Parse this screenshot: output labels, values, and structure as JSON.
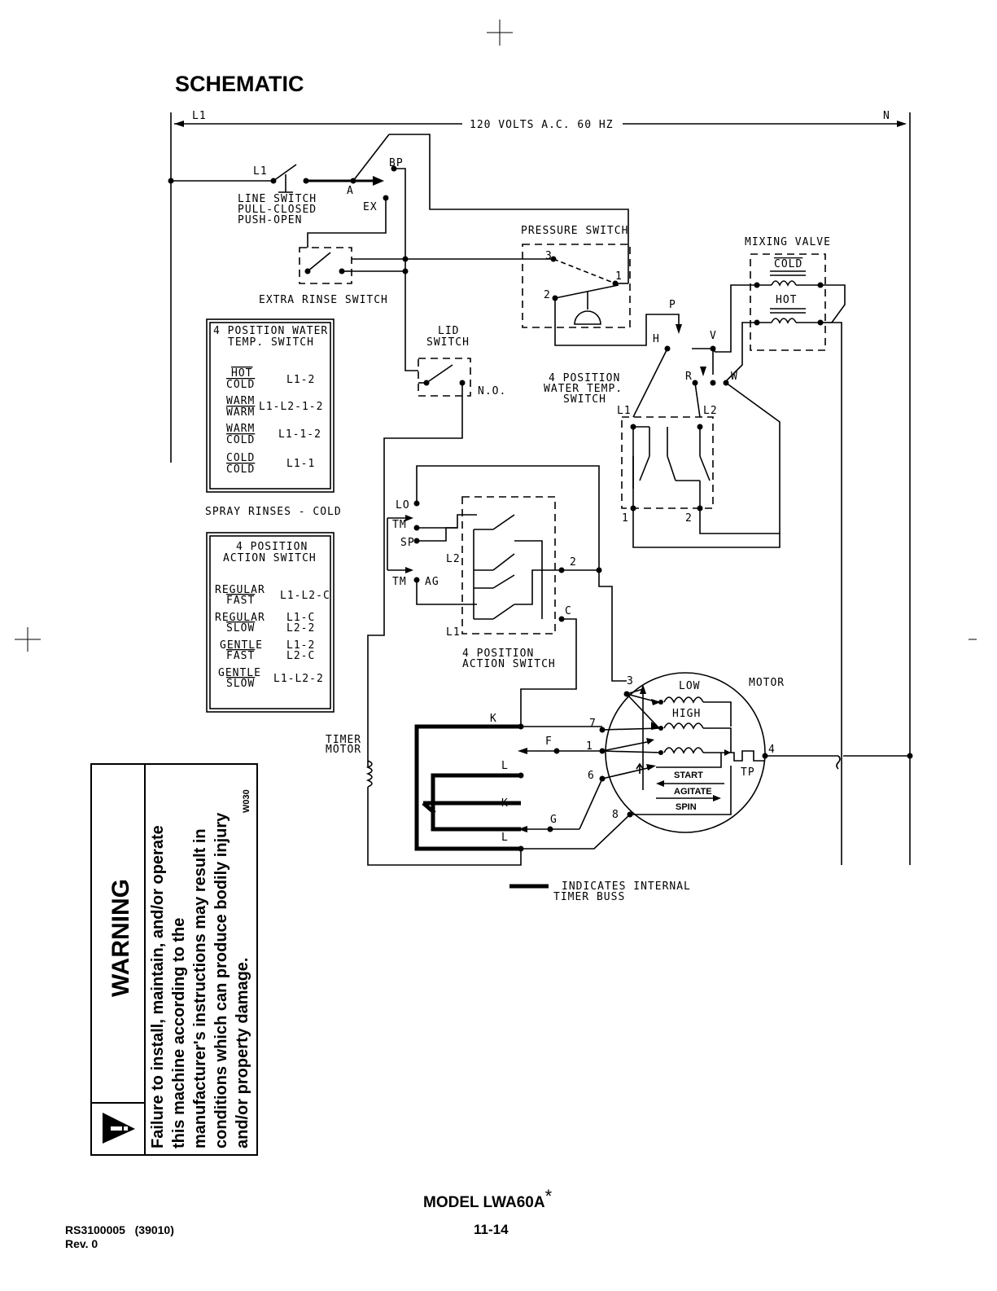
{
  "title": "SCHEMATIC",
  "supply": {
    "left": "L1",
    "center": "120 VOLTS A.C. 60 HZ",
    "right": "N"
  },
  "line_switch": {
    "node": "L1",
    "pivot": "A",
    "bp": "BP",
    "ex": "EX",
    "label1": "LINE SWITCH",
    "label2": "PULL-CLOSED",
    "label3": "PUSH-OPEN"
  },
  "extra_rinse": {
    "label": "EXTRA RINSE SWITCH"
  },
  "pressure_switch": {
    "label": "PRESSURE SWITCH",
    "t1": "1",
    "t2": "2",
    "t3": "3"
  },
  "mixing_valve": {
    "label": "MIXING VALVE",
    "cold": "COLD",
    "hot": "HOT"
  },
  "lid_switch": {
    "label1": "LID",
    "label2": "SWITCH",
    "no": "N.O."
  },
  "water_temp_switch": {
    "label1": "4 POSITION",
    "label2": "WATER TEMP.",
    "label3": "SWITCH",
    "p": "P",
    "h": "H",
    "v": "V",
    "r": "R",
    "w": "W",
    "l1": "L1",
    "l2": "L2",
    "t1": "1",
    "t2": "2"
  },
  "water_table": {
    "title1": "4 POSITION WATER",
    "title2": "TEMP. SWITCH",
    "rows": [
      {
        "top": "HOT",
        "bottom": "COLD",
        "value": "L1-2"
      },
      {
        "top": "WARM",
        "bottom": "WARM",
        "value": "L1-L2-1-2"
      },
      {
        "top": "WARM",
        "bottom": "COLD",
        "value": "L1-1-2"
      },
      {
        "top": "COLD",
        "bottom": "COLD",
        "value": "L1-1"
      }
    ]
  },
  "spray_note": "SPRAY RINSES - COLD",
  "action_table": {
    "title1": "4 POSITION",
    "title2": "ACTION SWITCH",
    "rows": [
      {
        "top": "REGULAR",
        "bottom": "FAST",
        "value1": "L1-L2-C",
        "value2": ""
      },
      {
        "top": "REGULAR",
        "bottom": "SLOW",
        "value1": "L1-C",
        "value2": "L2-2"
      },
      {
        "top": "GENTLE",
        "bottom": "FAST",
        "value1": "L1-2",
        "value2": "L2-C"
      },
      {
        "top": "GENTLE",
        "bottom": "SLOW",
        "value1": "L1-L2-2",
        "value2": ""
      }
    ]
  },
  "action_switch": {
    "label1": "4 POSITION",
    "label2": "ACTION SWITCH",
    "lo": "LO",
    "tm1": "TM",
    "sp": "SP",
    "tm2": "TM",
    "ag": "AG",
    "l2": "L2",
    "l1": "L1",
    "t2": "2",
    "tc": "C"
  },
  "timer": {
    "label1": "TIMER",
    "label2": "MOTOR",
    "k1": "K",
    "f": "F",
    "l1": "L",
    "k2": "K",
    "g": "G",
    "l2": "L"
  },
  "motor": {
    "label": "MOTOR",
    "low": "LOW",
    "high": "HIGH",
    "start": "START",
    "agitate": "AGITATE",
    "spin": "SPIN",
    "tp": "TP",
    "t3": "3",
    "t7": "7",
    "t1": "1",
    "t6": "6",
    "t8": "8",
    "t4": "4"
  },
  "legend": {
    "line1": "INDICATES INTERNAL",
    "line2": "TIMER BUSS"
  },
  "warning": {
    "heading": "WARNING",
    "lines": [
      "Failure to install, maintain, and/or operate",
      "this machine according to the",
      "manufacturer's instructions may result in",
      "conditions which can produce bodily injury",
      "and/or property damage."
    ],
    "code": "W030"
  },
  "footer": {
    "model": "MODEL LWA60A",
    "star": "*",
    "page": "11-14",
    "doc": "RS3100005   (39010)",
    "rev": "Rev. 0"
  }
}
